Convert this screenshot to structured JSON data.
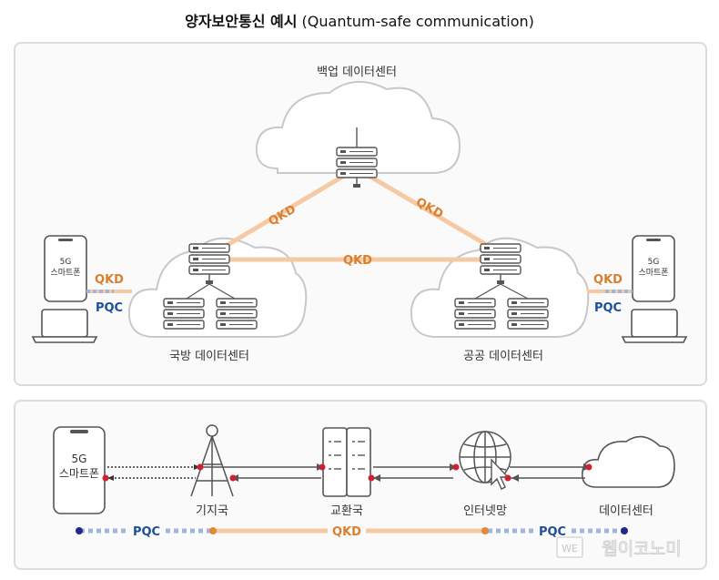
{
  "title": {
    "main": "양자보안통신 예시",
    "sub": "(Quantum-safe communication)"
  },
  "top": {
    "backup_center": "백업 데이터센터",
    "defense_center": "국방 데이터센터",
    "public_center": "공공 데이터센터",
    "qkd_left": "QKD",
    "qkd_right": "QKD",
    "qkd_mid": "QKD",
    "left_phone": [
      "5G",
      "스마트폰"
    ],
    "right_phone": [
      "5G",
      "스마트폰"
    ],
    "left_qkd": "QKD",
    "left_pqc": "PQC",
    "right_qkd": "QKD",
    "right_pqc": "PQC"
  },
  "bottom": {
    "phone": [
      "5G",
      "스마트폰"
    ],
    "base_station": "기지국",
    "exchange": "교환국",
    "internet": "인터넷망",
    "datacenter": "데이터센터",
    "pqc_left": "PQC",
    "qkd": "QKD",
    "pqc_right": "PQC"
  },
  "watermark": {
    "badge": "WE",
    "text": "웹이코노미"
  },
  "colors": {
    "qkd_line": "#f5c9a3",
    "qkd_text": "#d9802f",
    "pqc_text": "#1e4f9a",
    "pqc_line": "#9fb6e0",
    "node_red": "#cc2233",
    "node_navy": "#1f2a8a",
    "node_orange": "#e08a3a"
  }
}
